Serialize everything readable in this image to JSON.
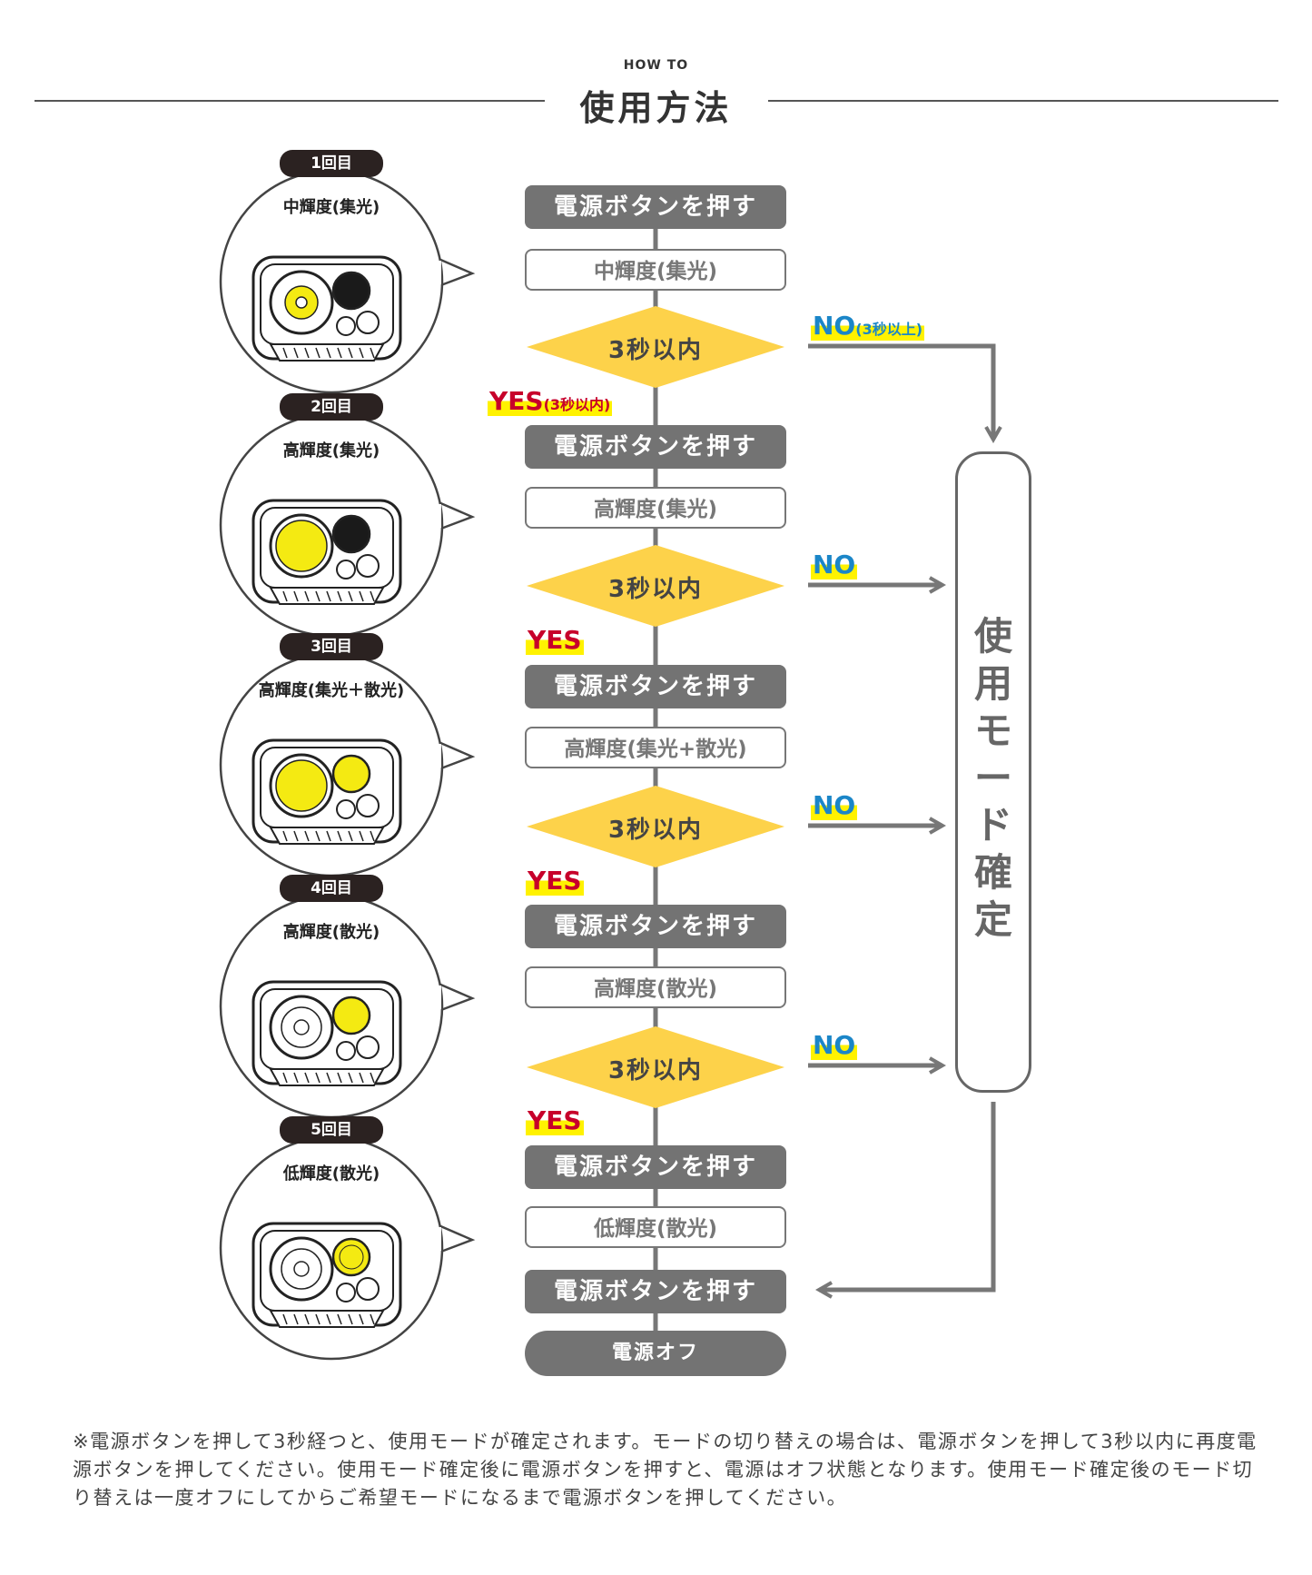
{
  "header": {
    "eyebrow": "HOW TO",
    "title": "使用方法"
  },
  "colors": {
    "dark_box": "#737373",
    "diamond": "#fdd24a",
    "yes": "#c7002b",
    "no": "#1b86c8",
    "highlight": "#fff200",
    "lamp": "#f4ea12"
  },
  "flow": {
    "press_label": "電源ボタンを押す",
    "decision_label": "3秒以内",
    "modes": [
      "中輝度(集光)",
      "高輝度(集光)",
      "高輝度(集光+散光)",
      "高輝度(散光)",
      "低輝度(散光)"
    ],
    "yes_first": "YES",
    "yes_first_sub": "(3秒以内)",
    "yes_label": "YES",
    "no_first": "NO",
    "no_first_sub": "(3秒以上)",
    "no_label": "NO",
    "confirm_label": "使用モード確定",
    "power_off": "電源オフ"
  },
  "bubbles": [
    {
      "badge": "1回目",
      "label": "中輝度(集光)",
      "icon": "headlamp-spot-medium-icon"
    },
    {
      "badge": "2回目",
      "label": "高輝度(集光)",
      "icon": "headlamp-spot-high-icon"
    },
    {
      "badge": "3回目",
      "label": "高輝度(集光＋散光)",
      "icon": "headlamp-spot-flood-high-icon"
    },
    {
      "badge": "4回目",
      "label": "高輝度(散光)",
      "icon": "headlamp-flood-high-icon"
    },
    {
      "badge": "5回目",
      "label": "低輝度(散光)",
      "icon": "headlamp-flood-low-icon"
    }
  ],
  "note": "※電源ボタンを押して3秒経つと、使用モードが確定されます。モードの切り替えの場合は、電源ボタンを押して3秒以内に再度電源ボタンを押してください。使用モード確定後に電源ボタンを押すと、電源はオフ状態となります。使用モード確定後のモード切り替えは一度オフにしてからご希望モードになるまで電源ボタンを押してください。"
}
